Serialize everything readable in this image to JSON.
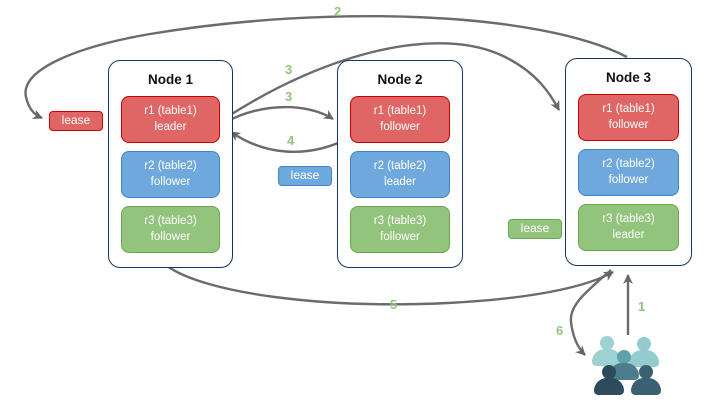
{
  "diagram": {
    "nodes": [
      {
        "title": "Node 1",
        "replicas": [
          {
            "name": "r1 (table1)",
            "role": "leader",
            "color": "red"
          },
          {
            "name": "r2 (table2)",
            "role": "follower",
            "color": "blue"
          },
          {
            "name": "r3 (table3)",
            "role": "follower",
            "color": "green"
          }
        ]
      },
      {
        "title": "Node 2",
        "replicas": [
          {
            "name": "r1 (table1)",
            "role": "follower",
            "color": "red"
          },
          {
            "name": "r2 (table2)",
            "role": "leader",
            "color": "blue"
          },
          {
            "name": "r3 (table3)",
            "role": "follower",
            "color": "green"
          }
        ]
      },
      {
        "title": "Node 3",
        "replicas": [
          {
            "name": "r1 (table1)",
            "role": "follower",
            "color": "red"
          },
          {
            "name": "r2 (table2)",
            "role": "follower",
            "color": "blue"
          },
          {
            "name": "r3 (table3)",
            "role": "leader",
            "color": "green"
          }
        ]
      }
    ],
    "leases": [
      {
        "label": "lease",
        "color": "red"
      },
      {
        "label": "lease",
        "color": "blue"
      },
      {
        "label": "lease",
        "color": "green"
      }
    ],
    "steps": {
      "s1": "1",
      "s2": "2",
      "s3a": "3",
      "s3b": "3",
      "s4": "4",
      "s5": "5",
      "s6": "6"
    },
    "icons": {
      "users": "users-icon"
    },
    "colors": {
      "red_fill": "#e06666",
      "red_border": "#cc0000",
      "blue_fill": "#6fa8dc",
      "blue_border": "#3d85c6",
      "green_fill": "#93c47d",
      "green_border": "#6aa84f",
      "node_border": "#17365d",
      "arrow": "#666666",
      "step_label": "#93c47d"
    }
  }
}
